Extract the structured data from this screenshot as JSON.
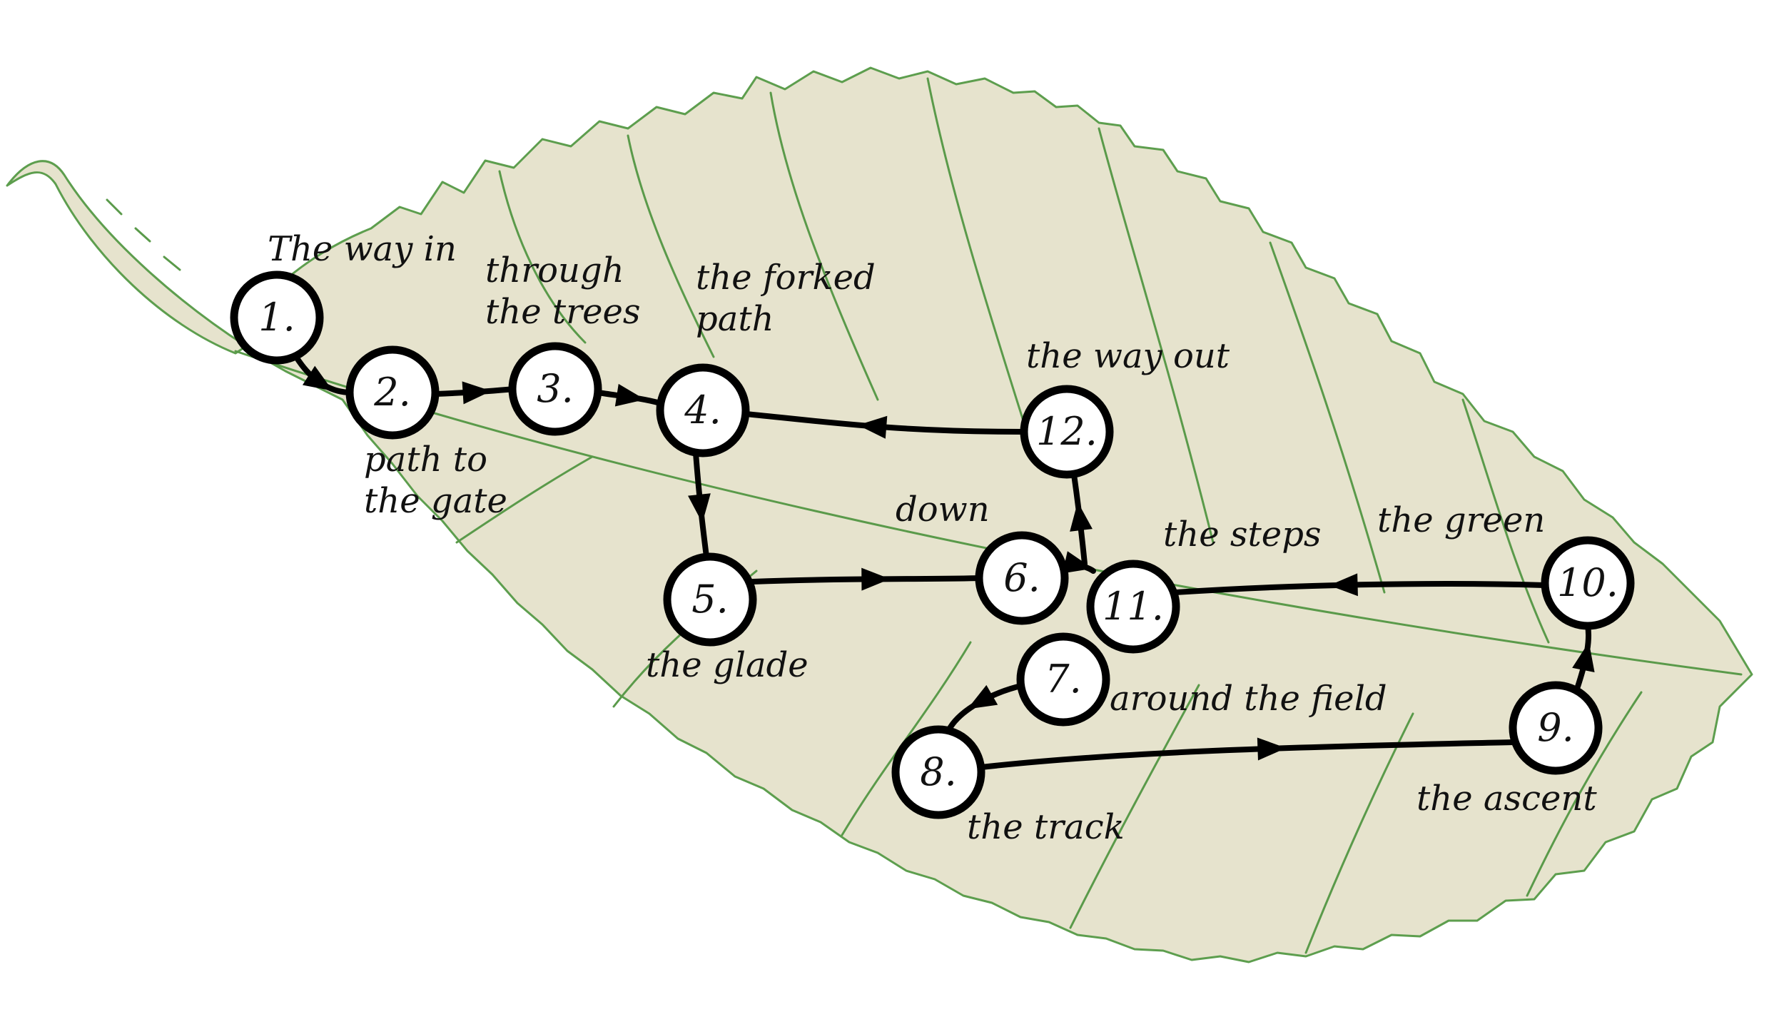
{
  "colors": {
    "leaf_fill": "#e6e3cd",
    "leaf_outline": "#5d9e4e",
    "path_stroke": "#000000",
    "node_fill": "#ffffff",
    "node_stroke": "#000000"
  },
  "stops": [
    {
      "id": "1",
      "number": "1.",
      "name": "The way in"
    },
    {
      "id": "2",
      "number": "2.",
      "name": "path to the gate"
    },
    {
      "id": "3",
      "number": "3.",
      "name": "through the trees"
    },
    {
      "id": "4",
      "number": "4.",
      "name": "the forked path"
    },
    {
      "id": "5",
      "number": "5.",
      "name": "the glade"
    },
    {
      "id": "6",
      "number": "6.",
      "name": "down"
    },
    {
      "id": "7",
      "number": "7.",
      "name": "around the field"
    },
    {
      "id": "8",
      "number": "8.",
      "name": "the track"
    },
    {
      "id": "9",
      "number": "9.",
      "name": "the ascent"
    },
    {
      "id": "10",
      "number": "10.",
      "name": "the green"
    },
    {
      "id": "11",
      "number": "11.",
      "name": "the steps"
    },
    {
      "id": "12",
      "number": "12.",
      "name": "the way out"
    }
  ],
  "connections": [
    {
      "from": "1",
      "to": "2"
    },
    {
      "from": "2",
      "to": "3"
    },
    {
      "from": "3",
      "to": "4"
    },
    {
      "from": "4",
      "to": "5"
    },
    {
      "from": "5",
      "to": "6"
    },
    {
      "from": "6",
      "to": "11"
    },
    {
      "from": "7",
      "to": "8"
    },
    {
      "from": "8",
      "to": "9"
    },
    {
      "from": "9",
      "to": "10"
    },
    {
      "from": "10",
      "to": "11"
    },
    {
      "from": "11",
      "to": "12"
    },
    {
      "from": "12",
      "to": "4"
    }
  ]
}
